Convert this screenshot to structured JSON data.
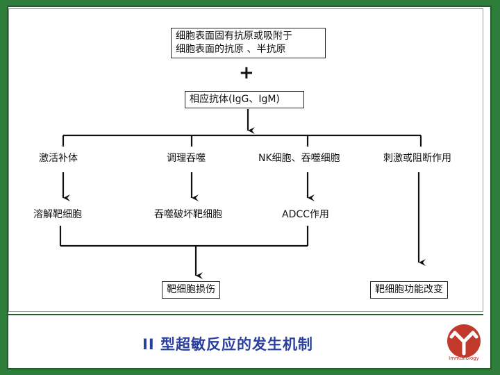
{
  "source_box": {
    "line1": "细胞表面固有抗原或吸附于",
    "line2": "细胞表面的抗原 、半抗原"
  },
  "plus_sign": "+",
  "antibody_box": "相应抗体(IgG、IgM)",
  "mechanisms": [
    "激活补体",
    "调理吞噬",
    "NK细胞、吞噬细胞",
    "刺激或阻断作用"
  ],
  "effects": [
    "溶解靶细胞",
    "吞噬破坏靶细胞",
    "ADCC作用"
  ],
  "outcomes": {
    "damage": "靶细胞损伤",
    "function_change": "靶细胞功能改变"
  },
  "slide_title": "II 型超敏反应的发生机制",
  "logo": {
    "text": "Immunology",
    "color": "#c0392b"
  },
  "colors": {
    "background_green": "#2e7d3a",
    "title_blue": "#2a3f9e"
  }
}
